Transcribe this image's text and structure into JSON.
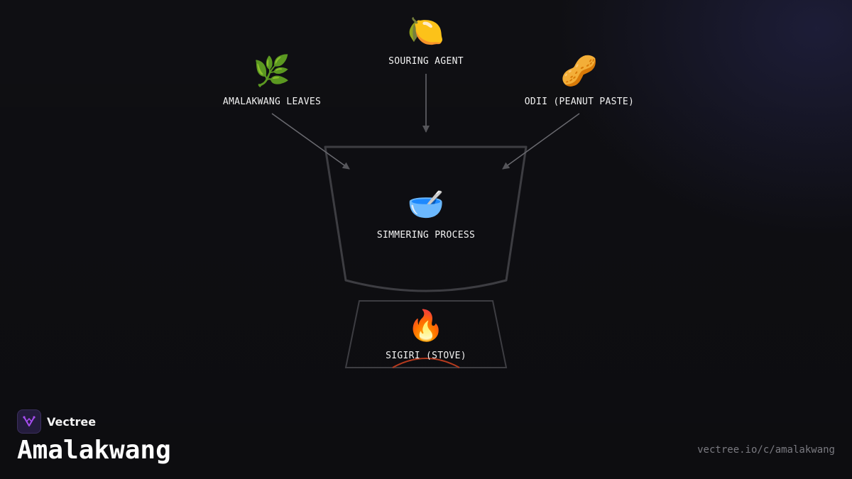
{
  "diagram": {
    "nodes": {
      "souring_agent": {
        "icon": "🍋",
        "icon_name": "lemon-icon",
        "label": "SOURING AGENT"
      },
      "amalakwang_leaves": {
        "icon": "🌿",
        "icon_name": "herb-leaves-icon",
        "label": "AMALAKWANG LEAVES"
      },
      "odii": {
        "icon": "🥜",
        "icon_name": "peanut-icon",
        "label": "ODII (PEANUT PASTE)"
      },
      "simmering": {
        "icon": "🥣",
        "icon_name": "bowl-with-spoon-icon",
        "label": "SIMMERING PROCESS"
      },
      "sigiri": {
        "icon": "🔥",
        "icon_name": "fire-icon",
        "label": "SIGIRI (STOVE)"
      }
    },
    "edges": [
      {
        "from": "souring_agent",
        "to": "simmering"
      },
      {
        "from": "amalakwang_leaves",
        "to": "simmering"
      },
      {
        "from": "odii",
        "to": "simmering"
      }
    ],
    "colors": {
      "background": "#0f0f13",
      "outline": "#3d3d42",
      "arrow": "#6a6a70",
      "flame_arc": "#b53a1e",
      "label": "#f2f2f2"
    }
  },
  "brand": {
    "name": "Vectree",
    "logo_icon": "vectree-logo-icon",
    "logo_color": "#a64df0"
  },
  "page": {
    "title": "Amalakwang",
    "url": "vectree.io/c/amalakwang"
  }
}
